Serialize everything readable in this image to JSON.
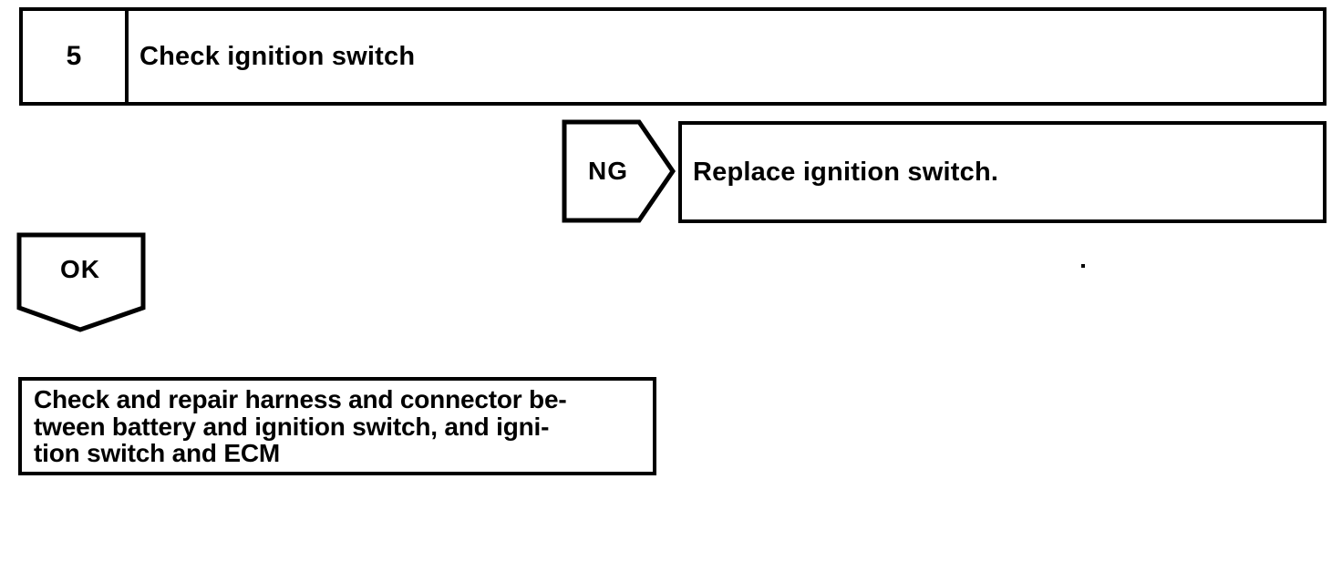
{
  "flowchart": {
    "step": {
      "number": "5",
      "title": "Check ignition switch"
    },
    "ng_branch": {
      "label": "NG",
      "action": "Replace ignition switch."
    },
    "ok_branch": {
      "label": "OK",
      "action": "Check and repair harness and connector be-\ntween battery and ignition switch, and igni-\ntion switch and ECM"
    },
    "colors": {
      "ink": "#000000",
      "paper": "#ffffff"
    }
  }
}
